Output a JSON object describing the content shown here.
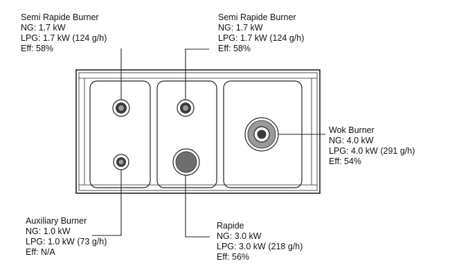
{
  "burners": {
    "semi_rapid_left": {
      "title": "Semi Rapide Burner",
      "ng": "NG: 1.7 kW",
      "lpg": "LPG: 1.7 kW (124 g/h)",
      "eff": "Eff: 58%"
    },
    "semi_rapid_right": {
      "title": "Semi Rapide Burner",
      "ng": "NG: 1.7 kW",
      "lpg": "LPG: 1.7 kW (124 g/h)",
      "eff": "Eff: 58%"
    },
    "wok": {
      "title": "Wok Burner",
      "ng": "NG: 4.0 kW",
      "lpg": "LPG: 4.0 kW (291 g/h)",
      "eff": "Eff: 54%"
    },
    "auxiliary": {
      "title": "Auxiliary Burner",
      "ng": "NG: 1.0 kW",
      "lpg": "LPG: 1.0 kW (73 g/h)",
      "eff": "Eff: N/A"
    },
    "rapid": {
      "title": "Rapide",
      "ng": "NG: 3.0 kW",
      "lpg": "LPG: 3.0 kW (218 g/h)",
      "eff": "Eff: 56%"
    }
  },
  "colors": {
    "outline": "#222222",
    "burner_ring": "#9a9a9a",
    "burner_dark": "#3a3a3a",
    "rapid_fill": "#6e6e6e"
  }
}
